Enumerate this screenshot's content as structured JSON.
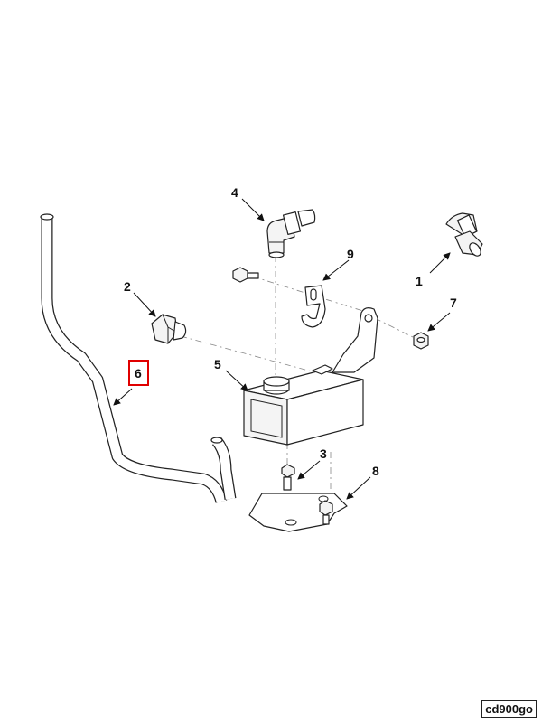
{
  "diagram_id": "cd900go",
  "highlighted_callout": "6",
  "callouts": {
    "c1": "1",
    "c2": "2",
    "c3": "3",
    "c4": "4",
    "c5": "5",
    "c6": "6",
    "c7": "7",
    "c8": "8",
    "c9": "9"
  },
  "colors": {
    "highlight": "#e00000",
    "line": "#222222",
    "background": "#ffffff"
  }
}
